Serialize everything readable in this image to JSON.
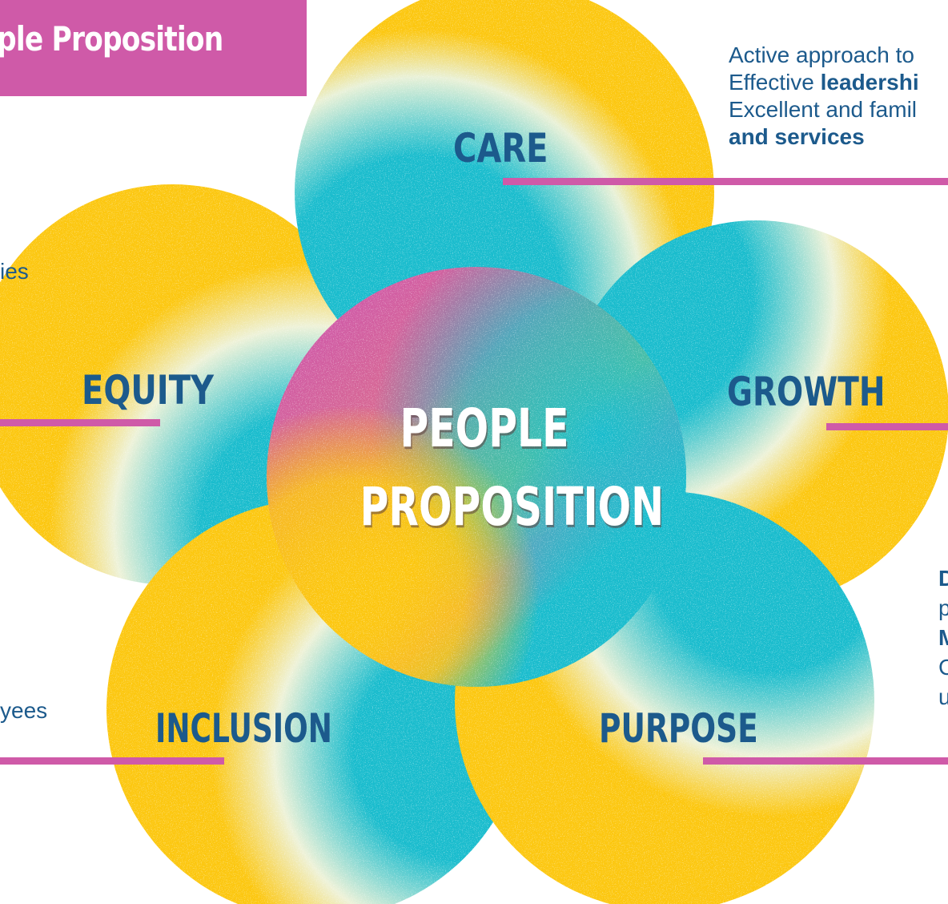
{
  "title": "ple Proposition",
  "center_label": [
    "PEOPLE",
    "PROPOSITION"
  ],
  "petals": [
    {
      "key": "care",
      "label": "CARE"
    },
    {
      "key": "growth",
      "label": "GROWTH"
    },
    {
      "key": "purpose",
      "label": "PURPOSE"
    },
    {
      "key": "inclusion",
      "label": "INCLUSION"
    },
    {
      "key": "equity",
      "label": "EQUITY"
    }
  ],
  "care_text": {
    "line1": "Active approach to",
    "line2_prefix": "Effective ",
    "line2_bold": "leadershi",
    "line3": "Excellent and famil",
    "line4_bold": "and services"
  },
  "left_fragments": {
    "equity_tail": "ies",
    "inclusion_tail": "yees"
  },
  "right_fragments": [
    "D",
    "p",
    "M",
    "C",
    "u"
  ],
  "colors": {
    "yellow": "#fcc710",
    "teal": "#19bccd",
    "magenta": "#cf5aa8",
    "navy": "#1c5a8c",
    "white": "#ffffff"
  }
}
